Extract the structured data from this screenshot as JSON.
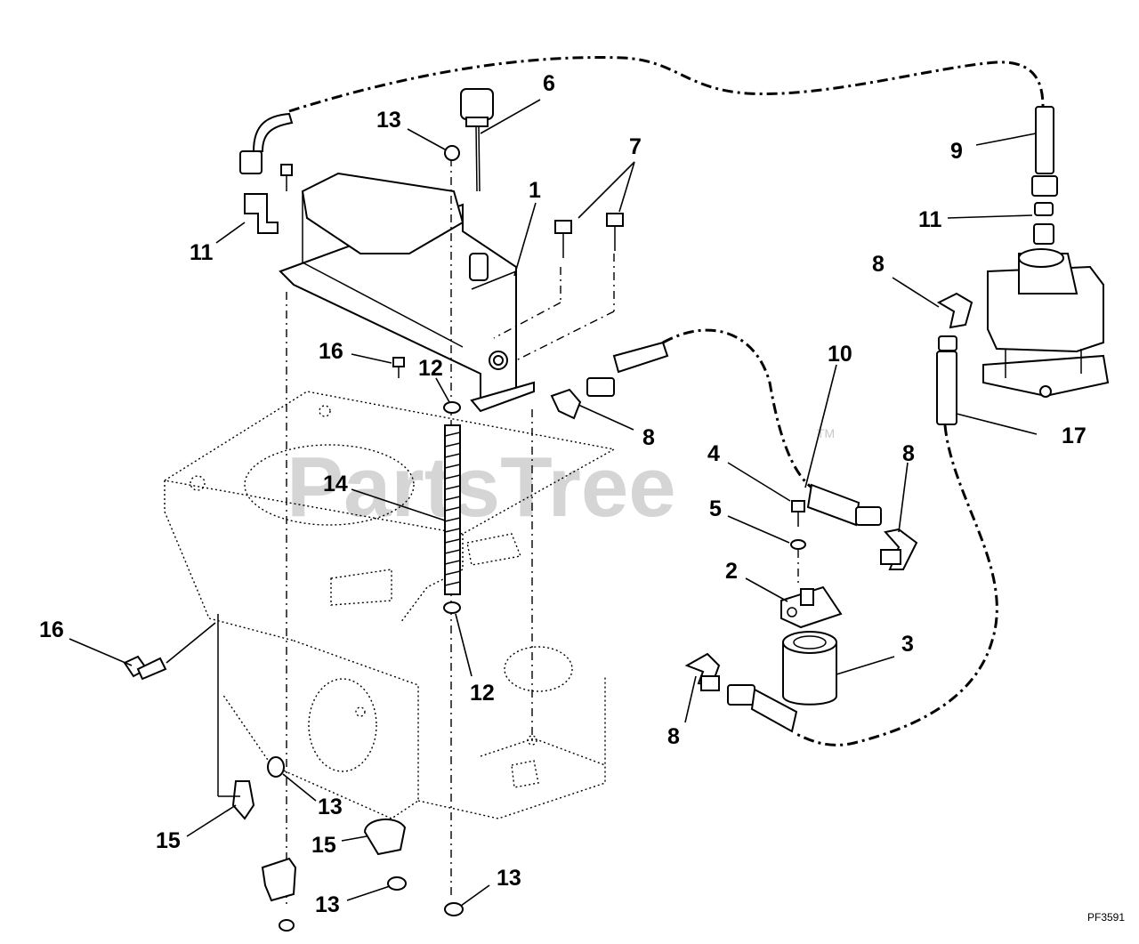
{
  "watermark": {
    "text": "PartsTree",
    "tm": "TM"
  },
  "drawing_code": "PF3591",
  "callouts": [
    {
      "id": "c-6",
      "label": "6"
    },
    {
      "id": "c-13-top",
      "label": "13"
    },
    {
      "id": "c-7",
      "label": "7"
    },
    {
      "id": "c-1",
      "label": "1"
    },
    {
      "id": "c-9",
      "label": "9"
    },
    {
      "id": "c-11-left",
      "label": "11"
    },
    {
      "id": "c-11-right",
      "label": "11"
    },
    {
      "id": "c-8-top",
      "label": "8"
    },
    {
      "id": "c-10",
      "label": "10"
    },
    {
      "id": "c-16-top",
      "label": "16"
    },
    {
      "id": "c-12-top",
      "label": "12"
    },
    {
      "id": "c-8-mid",
      "label": "8"
    },
    {
      "id": "c-17",
      "label": "17"
    },
    {
      "id": "c-4",
      "label": "4"
    },
    {
      "id": "c-8-right",
      "label": "8"
    },
    {
      "id": "c-14",
      "label": "14"
    },
    {
      "id": "c-5",
      "label": "5"
    },
    {
      "id": "c-2",
      "label": "2"
    },
    {
      "id": "c-16-left",
      "label": "16"
    },
    {
      "id": "c-3",
      "label": "3"
    },
    {
      "id": "c-12-bot",
      "label": "12"
    },
    {
      "id": "c-8-bot",
      "label": "8"
    },
    {
      "id": "c-13-mid",
      "label": "13"
    },
    {
      "id": "c-15-left",
      "label": "15"
    },
    {
      "id": "c-15-mid",
      "label": "15"
    },
    {
      "id": "c-13-bot-right",
      "label": "13"
    },
    {
      "id": "c-13-bot-left",
      "label": "13"
    }
  ]
}
